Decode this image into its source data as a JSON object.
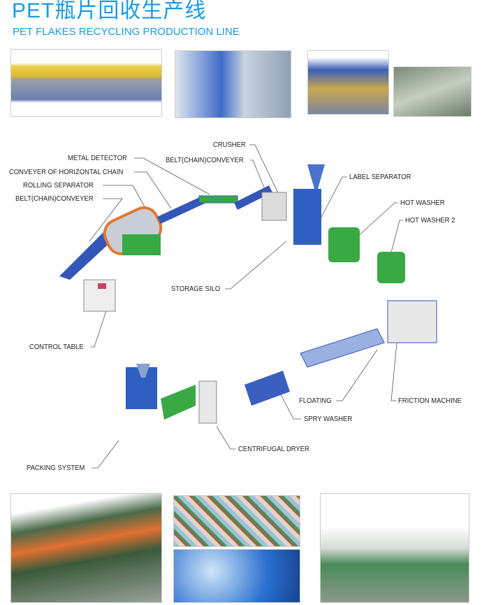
{
  "title_cn": "PET瓶片回收生产线",
  "title_en": "PET FLAKES RECYCLING PRODUCTION LINE",
  "labels": {
    "metal_detector": "METAL DETECTOR",
    "conveyer_horizontal_chain": "CONVEYER OF HORIZONTAL CHAIN",
    "rolling_separator": "ROLLING SEPARATOR",
    "belt_conveyer_1": "BELT(CHAIN)CONVEYER",
    "crusher": "CRUSHER",
    "belt_conveyer_2": "BELT(CHAIN)CONVEYER",
    "label_separator": "LABEL SEPARATOR",
    "hot_washer": "HOT WASHER",
    "hot_washer_2": "HOT WASHER 2",
    "storage_silo": "STORAGE SILO",
    "control_table": "CONTROL TABLE",
    "floating": "FLOATING",
    "friction_machine": "FRICTION MACHINE",
    "spry_washer": "SPRY WASHER",
    "centrifugal_dryer": "CENTRIFUGAL DRYER",
    "packing_system": "PACKING SYSTEM"
  },
  "colors": {
    "accent": "#1a9ae0",
    "machine_blue": "#2f5fc0",
    "tank_green": "#3aa845"
  }
}
